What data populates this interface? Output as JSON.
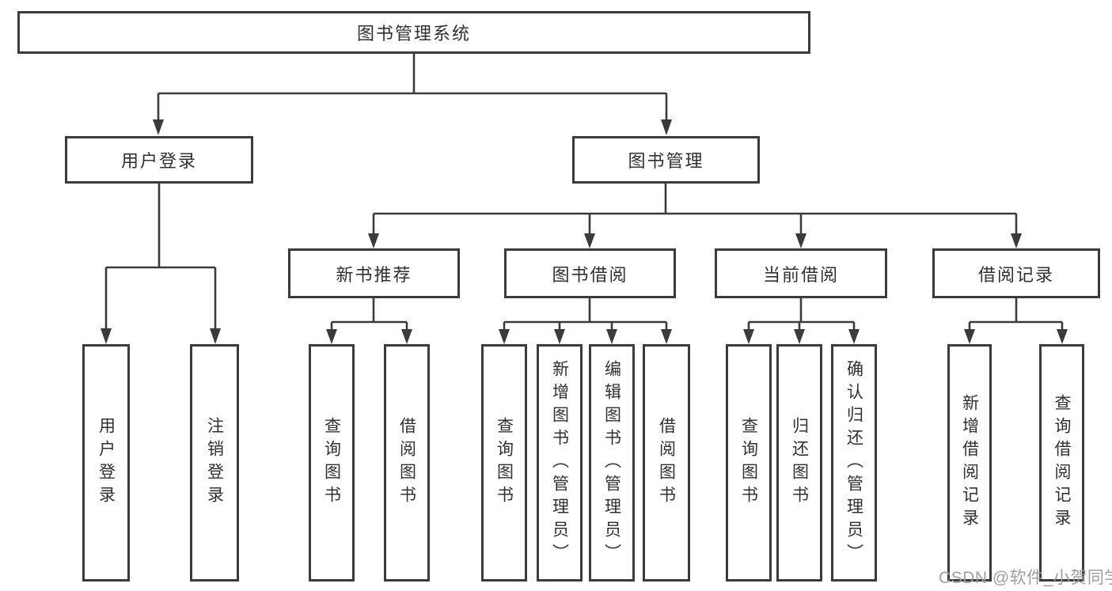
{
  "nodes": {
    "root": "图书管理系统",
    "l1": [
      "用户登录",
      "图书管理"
    ],
    "l2": [
      "新书推荐",
      "图书借阅",
      "当前借阅",
      "借阅记录"
    ],
    "leaves_login": [
      "用户登录",
      "注销登录"
    ],
    "leaves_newbook": [
      "查询图书",
      "借阅图书"
    ],
    "leaves_borrow": [
      "查询图书",
      "新增图书（管理员）",
      "编辑图书（管理员）",
      "借阅图书"
    ],
    "leaves_current": [
      "查询图书",
      "归还图书",
      "确认归还（管理员）"
    ],
    "leaves_records": [
      "新增借阅记录",
      "查询借阅记录"
    ]
  },
  "watermark": "CSDN @软件_小贺同学",
  "colors": {
    "line": "#3b3b3b",
    "text": "#303030",
    "box_fill": "#ffffff",
    "watermark": "#9e9e9e"
  }
}
